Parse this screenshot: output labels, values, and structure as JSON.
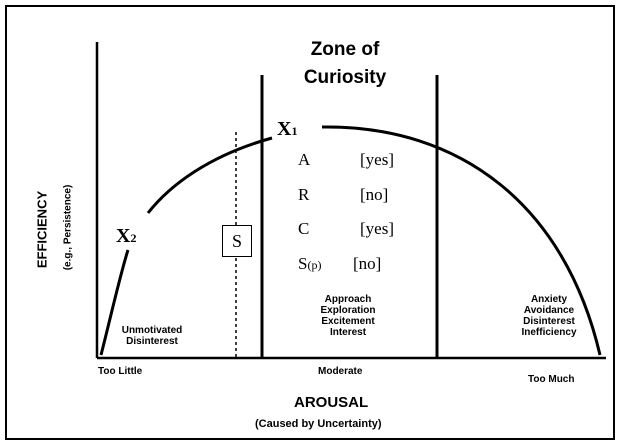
{
  "diagram": {
    "zone_title_line1": "Zone of",
    "zone_title_line2": "Curiosity",
    "y_axis_label": "EFFICIENCY",
    "y_axis_sublabel": "(e.g., Persistence)",
    "x_axis_label": "AROUSAL",
    "x_axis_sublabel": "(Caused by Uncertainty)",
    "x_ticks": {
      "low": "Too Little",
      "mid": "Moderate",
      "high": "Too Much"
    },
    "points": {
      "x1_main": "X",
      "x1_sub": "1",
      "x2_main": "X",
      "x2_sub": "2"
    },
    "box_label": "S",
    "arcs_rows": [
      {
        "letter": "A",
        "value": "[yes]"
      },
      {
        "letter": "R",
        "value": "[no]"
      },
      {
        "letter": "C",
        "value": "[yes]"
      },
      {
        "letter": "S",
        "letter_sub": "(p)",
        "value": "[no]"
      }
    ],
    "regions": {
      "left": [
        "Unmotivated",
        "Disinterest"
      ],
      "middle": [
        "Approach",
        "Exploration",
        "Excitement",
        "Interest"
      ],
      "right": [
        "Anxiety",
        "Avoidance",
        "Disinterest",
        "Inefficiency"
      ]
    }
  }
}
